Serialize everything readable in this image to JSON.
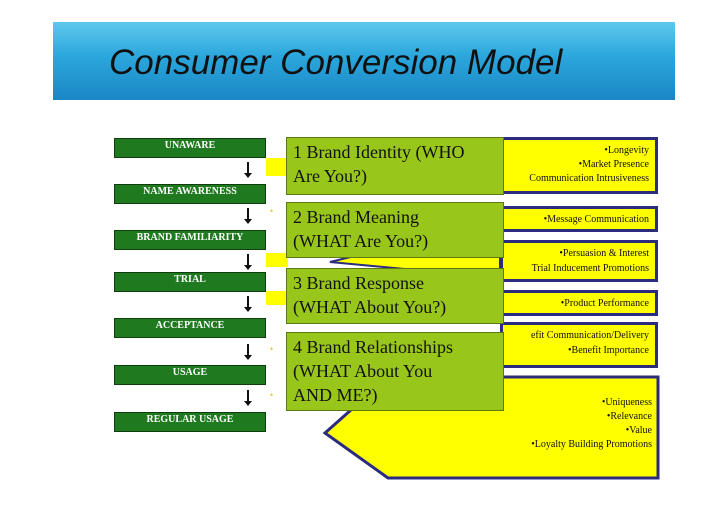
{
  "title": "Consumer Conversion Model",
  "stages": [
    "UNAWARE",
    "NAME AWARENESS",
    "BRAND FAMILIARITY",
    "TRIAL",
    "ACCEPTANCE",
    "USAGE",
    "REGULAR USAGE"
  ],
  "brand_boxes": [
    {
      "line1": "1 Brand Identity (WHO",
      "line2": "Are You?)",
      "line3": ""
    },
    {
      "line1": "2 Brand Meaning",
      "line2": "(WHAT Are You?)",
      "line3": ""
    },
    {
      "line1": "3 Brand Response",
      "line2": "(WHAT About You?)",
      "line3": ""
    },
    {
      "line1": "4 Brand Relationships",
      "line2": "(WHAT About You",
      "line3": "AND ME?)"
    }
  ],
  "attributes": [
    [
      "•Longevity",
      "•Market Presence",
      "Communication Intrusiveness"
    ],
    [
      "•Message Communication"
    ],
    [
      "•Persuasion & Interest",
      "Trial Inducement Promotions"
    ],
    [
      "•Product Performance"
    ],
    [
      "efit Communication/Delivery",
      "•Benefit Importance"
    ],
    [
      "•Uniqueness",
      "•Relevance",
      "•Value",
      "•Loyalty Building Promotions"
    ]
  ],
  "colors": {
    "banner": "#2aa6dc",
    "stage": "#1f7a1f",
    "brand_box": "#99c61a",
    "attribute_box": "#ffff00",
    "attribute_border": "#2b2b80"
  }
}
